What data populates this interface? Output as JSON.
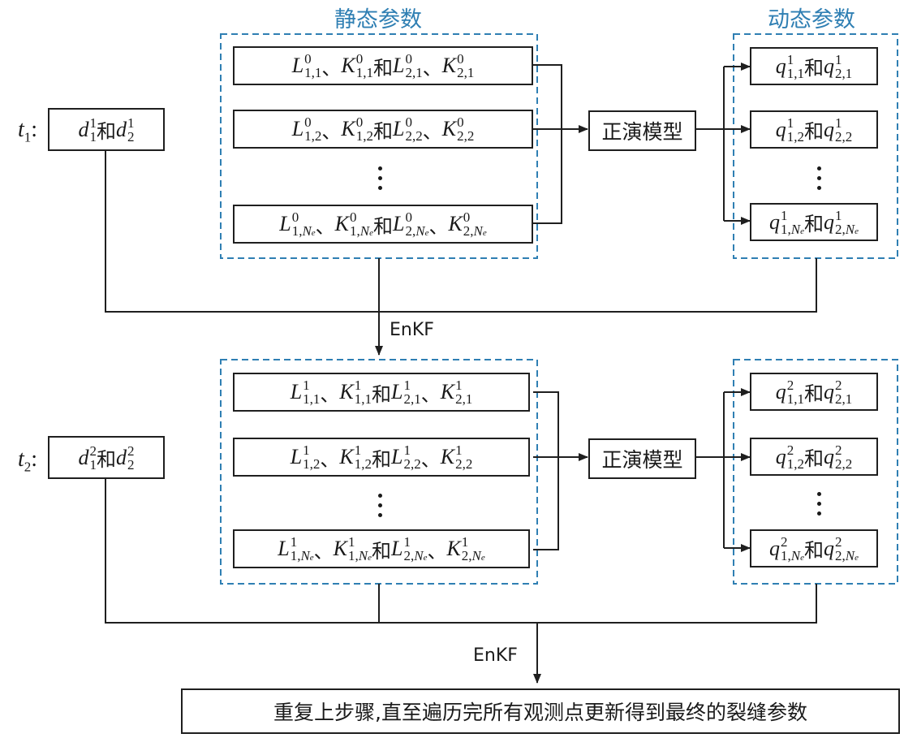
{
  "headers": {
    "static": "静态参数",
    "dynamic": "动态参数"
  },
  "stages": [
    {
      "time_label": "t",
      "time_index": "1",
      "obs": {
        "sup": "1",
        "and": "和"
      },
      "static_rows": [
        {
          "sup": "0",
          "idx": "1",
          "ne": false
        },
        {
          "sup": "0",
          "idx": "2",
          "ne": false
        },
        {
          "sup": "0",
          "idx": "N",
          "ne": true
        }
      ],
      "dyn_rows": [
        {
          "sup": "1",
          "idx": "1",
          "ne": false
        },
        {
          "sup": "1",
          "idx": "2",
          "ne": false
        },
        {
          "sup": "1",
          "idx": "N",
          "ne": true
        }
      ],
      "model_label": "正演模型"
    },
    {
      "time_label": "t",
      "time_index": "2",
      "obs": {
        "sup": "2",
        "and": "和"
      },
      "static_rows": [
        {
          "sup": "1",
          "idx": "1",
          "ne": false
        },
        {
          "sup": "1",
          "idx": "2",
          "ne": false
        },
        {
          "sup": "1",
          "idx": "N",
          "ne": true
        }
      ],
      "dyn_rows": [
        {
          "sup": "2",
          "idx": "1",
          "ne": false
        },
        {
          "sup": "2",
          "idx": "2",
          "ne": false
        },
        {
          "sup": "2",
          "idx": "N",
          "ne": true
        }
      ],
      "model_label": "正演模型"
    }
  ],
  "enkf_label": "EnKF",
  "enkf_label_2": "EnKF",
  "final_box": "重复上步骤,直至遍历完所有观测点更新得到最终的裂缝参数",
  "text": {
    "and": "和",
    "sep": "、",
    "colon": ":",
    "L": "L",
    "K": "K",
    "q": "q",
    "d": "d",
    "e": "e",
    "one": "1",
    "two": "2"
  },
  "colors": {
    "accent": "#2f7fb3",
    "line": "#1f1f1f"
  }
}
